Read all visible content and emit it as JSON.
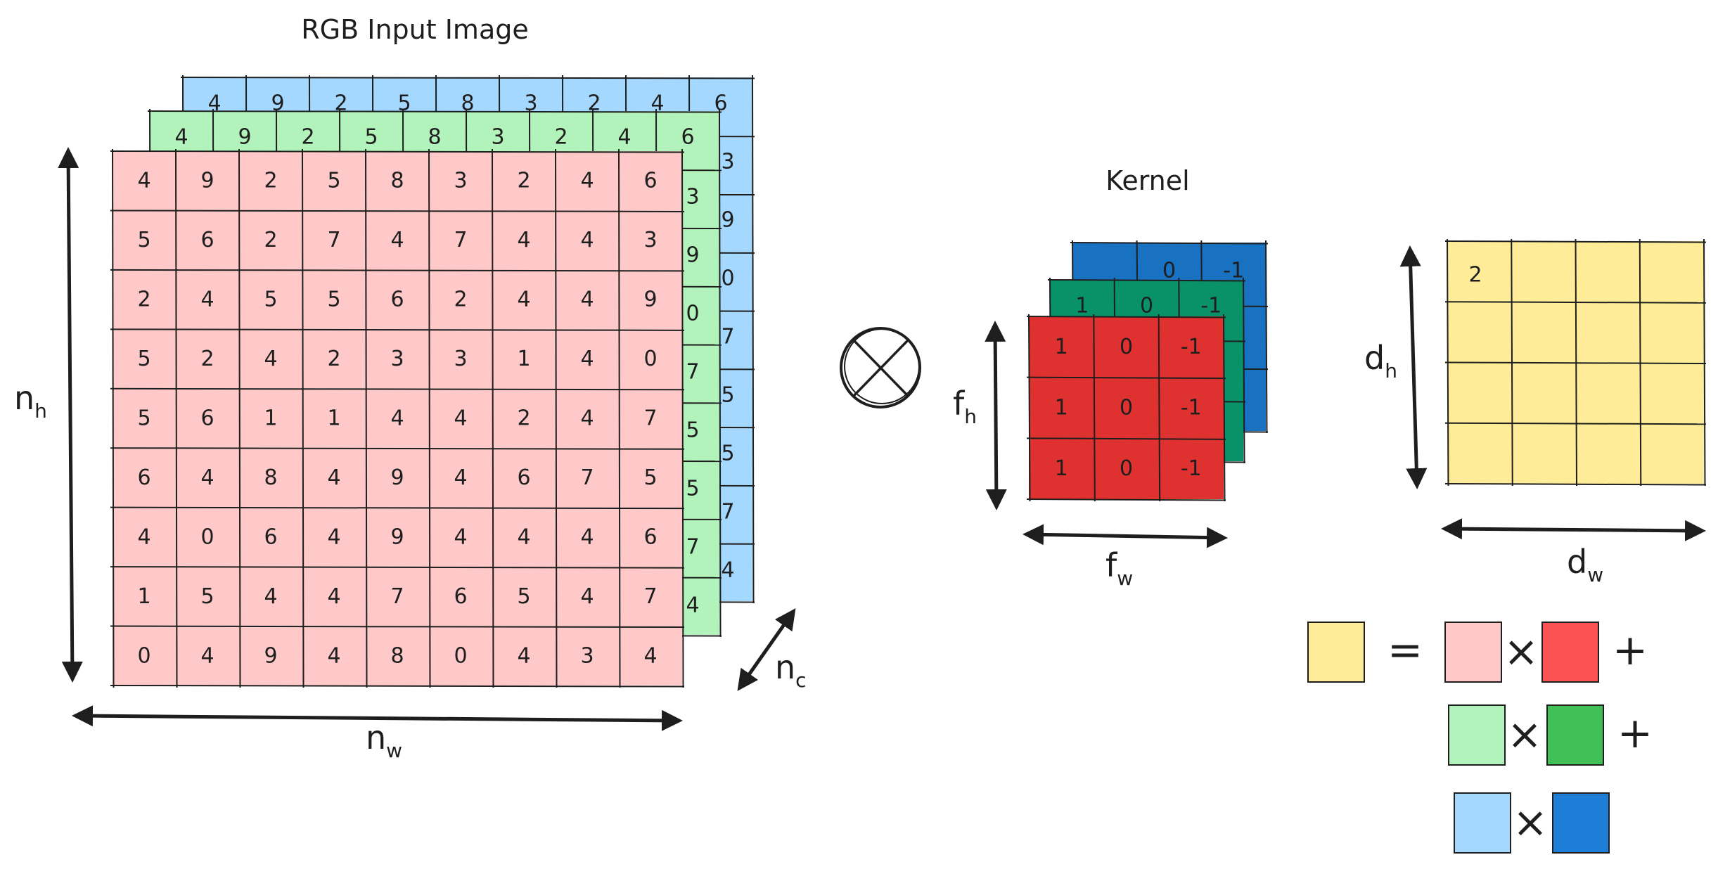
{
  "input_image": {
    "title": "RGB Input Image",
    "colors": {
      "red": "#ffc9c9",
      "green": "#b2f2bb",
      "blue": "#a5d8ff"
    },
    "red_channel": [
      [
        "4",
        "9",
        "2",
        "5",
        "8",
        "3",
        "2",
        "4",
        "6"
      ],
      [
        "5",
        "6",
        "2",
        "7",
        "4",
        "7",
        "4",
        "4",
        "3"
      ],
      [
        "2",
        "4",
        "5",
        "5",
        "6",
        "2",
        "4",
        "4",
        "9"
      ],
      [
        "5",
        "2",
        "4",
        "2",
        "3",
        "3",
        "1",
        "4",
        "0"
      ],
      [
        "5",
        "6",
        "1",
        "1",
        "4",
        "4",
        "2",
        "4",
        "7"
      ],
      [
        "6",
        "4",
        "8",
        "4",
        "9",
        "4",
        "6",
        "7",
        "5"
      ],
      [
        "4",
        "0",
        "6",
        "4",
        "9",
        "4",
        "4",
        "4",
        "6"
      ],
      [
        "1",
        "5",
        "4",
        "4",
        "7",
        "6",
        "5",
        "4",
        "7"
      ],
      [
        "0",
        "4",
        "9",
        "4",
        "8",
        "0",
        "4",
        "3",
        "4"
      ]
    ],
    "green_top_row": [
      "4",
      "9",
      "2",
      "5",
      "8",
      "3",
      "2",
      "4",
      "6"
    ],
    "blue_top_row": [
      "4",
      "9",
      "2",
      "5",
      "8",
      "3",
      "2",
      "4",
      "6"
    ],
    "green_right_column": [
      "3",
      "9",
      "0",
      "7",
      "5",
      "5",
      "7",
      "4"
    ],
    "blue_right_column": [
      "3",
      "9",
      "0",
      "7",
      "5",
      "5",
      "7",
      "4"
    ],
    "dim_height": {
      "base": "n",
      "sub": "h"
    },
    "dim_width": {
      "base": "n",
      "sub": "w"
    },
    "dim_channels": {
      "base": "n",
      "sub": "c"
    }
  },
  "operator": {
    "icon": "convolution-operator-icon",
    "symbol": "⊗"
  },
  "kernel": {
    "title": "Kernel",
    "colors": {
      "red": "#e03131",
      "green": "#099268",
      "blue": "#1971c2"
    },
    "red_channel": [
      [
        "1",
        "0",
        "-1"
      ],
      [
        "1",
        "0",
        "-1"
      ],
      [
        "1",
        "0",
        "-1"
      ]
    ],
    "green_top_row": [
      "1",
      "0",
      "-1"
    ],
    "blue_top_row": [
      "",
      "0",
      "-1"
    ],
    "dim_height": {
      "base": "f",
      "sub": "h"
    },
    "dim_width": {
      "base": "f",
      "sub": "w"
    }
  },
  "output": {
    "color": "#ffec99",
    "first_value": "2",
    "rows": 4,
    "cols": 4,
    "dim_height": {
      "base": "d",
      "sub": "h"
    },
    "dim_width": {
      "base": "d",
      "sub": "w"
    }
  },
  "legend": {
    "equals": "=",
    "times": "×",
    "plus": "+",
    "output_color": "#ffec99",
    "rows": [
      {
        "input_color": "#ffc9c9",
        "kernel_color": "#fa5252",
        "has_plus": true
      },
      {
        "input_color": "#b2f2bb",
        "kernel_color": "#40c057",
        "has_plus": true
      },
      {
        "input_color": "#a5d8ff",
        "kernel_color": "#1c7ed6",
        "has_plus": false
      }
    ]
  }
}
